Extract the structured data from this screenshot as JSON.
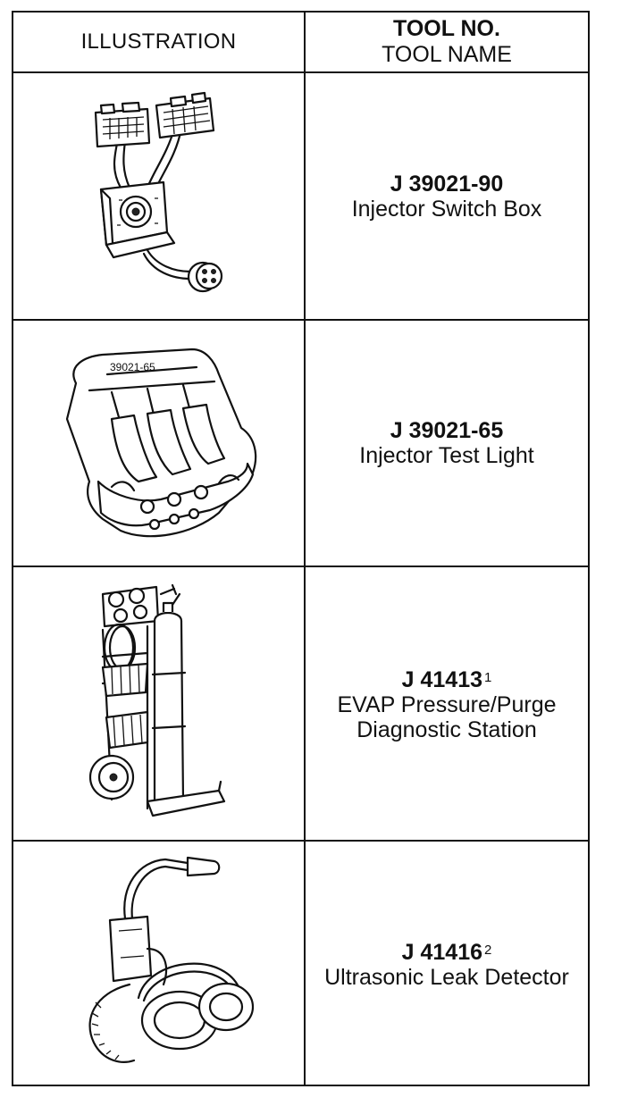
{
  "header": {
    "illustration_label": "ILLUSTRATION",
    "tool_no_label": "TOOL NO.",
    "tool_name_label": "TOOL NAME"
  },
  "tools": [
    {
      "number": "J 39021-90",
      "footnote": "",
      "name_lines": [
        "Injector Switch Box"
      ],
      "icon": "injector-switch-box"
    },
    {
      "number": "J 39021-65",
      "footnote": "",
      "name_lines": [
        "Injector Test Light"
      ],
      "icon": "injector-test-light"
    },
    {
      "number": "J 41413",
      "footnote": "1",
      "name_lines": [
        "EVAP Pressure/Purge",
        "Diagnostic Station"
      ],
      "icon": "evap-diagnostic-station"
    },
    {
      "number": "J 41416",
      "footnote": "2",
      "name_lines": [
        "Ultrasonic Leak Detector"
      ],
      "icon": "ultrasonic-leak-detector"
    }
  ],
  "illustration_text": {
    "test_light_marking": "39021-65"
  }
}
